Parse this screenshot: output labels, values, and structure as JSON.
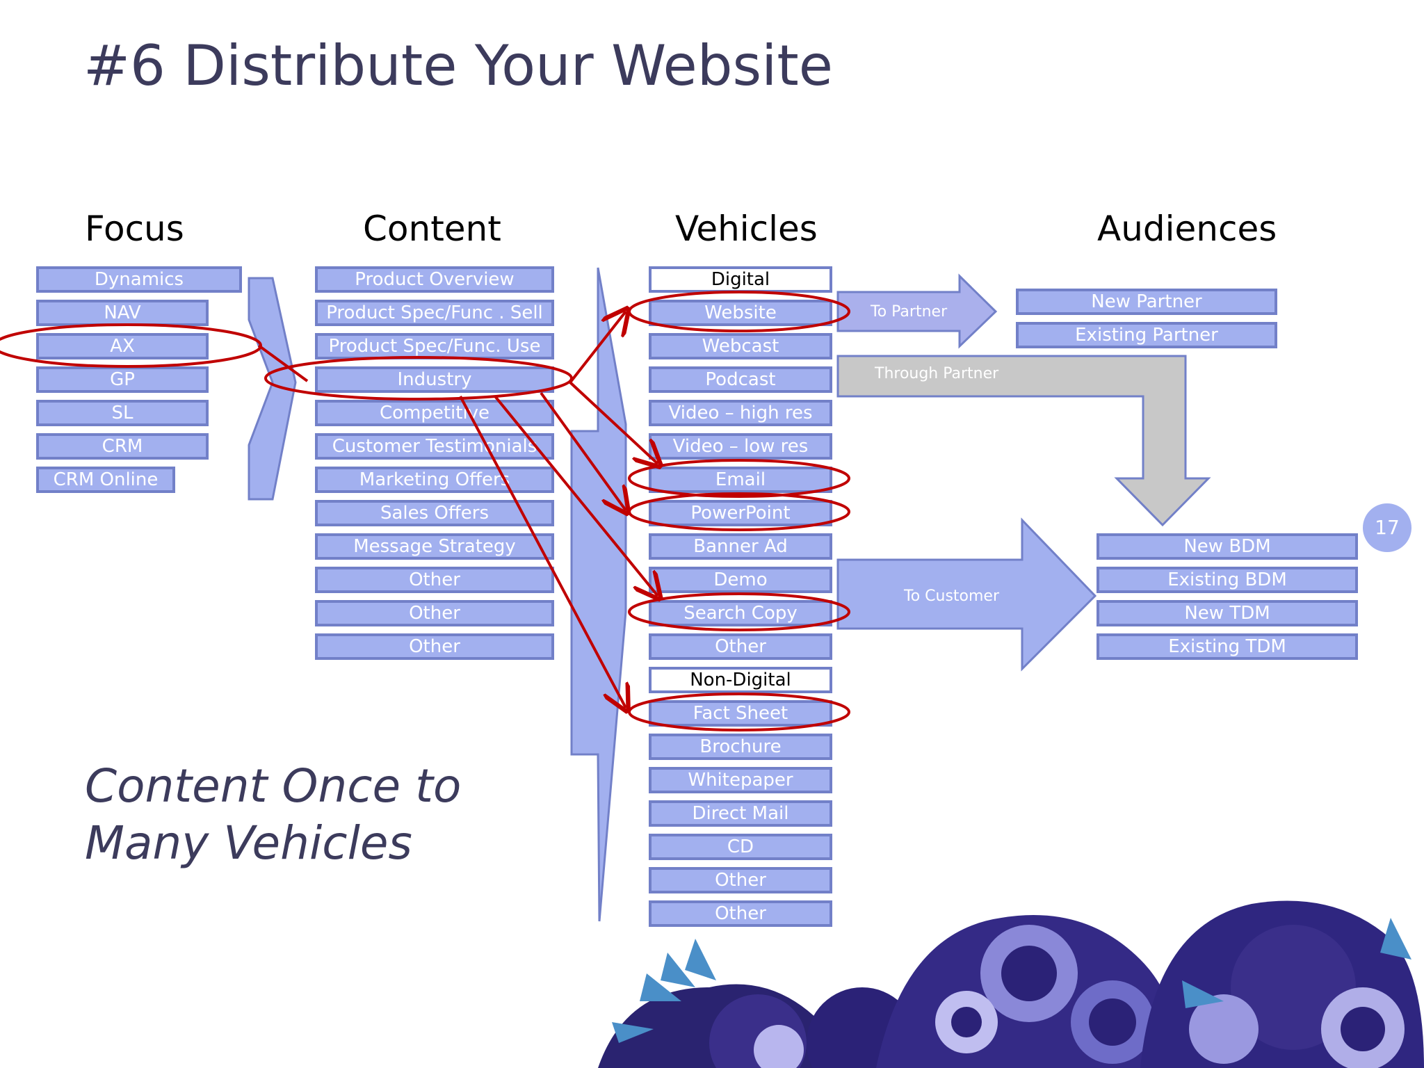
{
  "title": "#6 Distribute Your Website",
  "columns": {
    "focus": "Focus",
    "content": "Content",
    "vehicles": "Vehicles",
    "audiences": "Audiences"
  },
  "focus_items": [
    "Dynamics",
    "NAV",
    "AX",
    "GP",
    "SL",
    "CRM",
    "CRM Online"
  ],
  "content_items": [
    "Product Overview",
    "Product Spec/Func . Sell",
    "Product Spec/Func. Use",
    "Industry",
    "Competitive",
    "Customer Testimonials",
    "Marketing Offers",
    "Sales Offers",
    "Message Strategy",
    "Other",
    "Other",
    "Other"
  ],
  "vehicle_items": [
    "Digital",
    "Website",
    "Webcast",
    "Podcast",
    "Video – high res",
    "Video – low res",
    "Email",
    "PowerPoint",
    "Banner Ad",
    "Demo",
    "Search Copy",
    "Other",
    "Non-Digital",
    "Fact Sheet",
    "Brochure",
    "Whitepaper",
    "Direct Mail",
    "CD",
    "Other",
    "Other"
  ],
  "partner_audiences": [
    "New Partner",
    "Existing Partner"
  ],
  "customer_audiences": [
    "New BDM",
    "Existing BDM",
    "New TDM",
    "Existing TDM"
  ],
  "arrows": {
    "to_partner": "To Partner",
    "through_partner": "Through Partner",
    "to_customer": "To Customer"
  },
  "tagline": [
    "Content Once to",
    "Many Vehicles"
  ],
  "page_number": "17",
  "colors": {
    "box_fill": "#a2b0ef",
    "box_border": "#7280c8",
    "highlight": "#c00000",
    "gray_arrow": "#c8c8c8",
    "title": "#3c3b5c"
  }
}
